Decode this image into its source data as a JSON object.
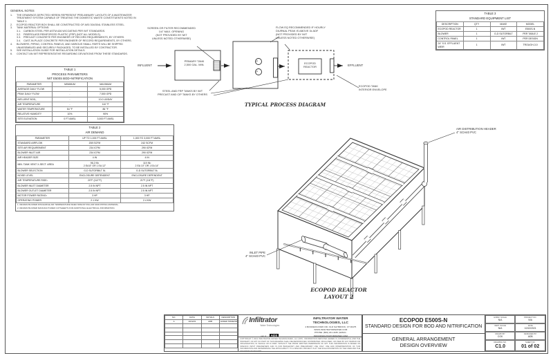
{
  "general_notes": {
    "title": "GENERAL NOTES",
    "items": [
      {
        "n": "1.",
        "t": "THE DRAWINGS DEPICTED HEREIN REPRESENT PRELIMINARY LAYOUTS OF A WASTEWATER TREATMENT SYSTEM CAPABLE OF TREATING THE DOMESTIC WASTE CONSTITUENTS NOTED IN TABLE 1."
      },
      {
        "n": "2.",
        "t": "ECOPOD REACTOR BOX SHALL BE CONSTRUCTED OF AISI 304/304L STAINLESS STEEL."
      },
      {
        "n": "3.",
        "t": "TANK MATERIAL OPTIONS:"
      },
      {
        "n": "3.1.",
        "t": "CARBON STEEL PER ASTM A36 W/COATING PER IWT STANDARDS."
      },
      {
        "n": "3.2.",
        "t": "FIBERGLASS REINFORCED PLASTIC (FRP) (NOT ALL MODELS)."
      },
      {
        "n": "3.3.",
        "t": "PRECAST CONCRETE PER ENGINEER OF RECORD REQUIREMENTS, BY OTHERS."
      },
      {
        "n": "3.4.",
        "t": "CAST-IN-PLACE CONCRETE PER ENGINEER OF RECORD REQUIREMENTS, BY OTHERS."
      },
      {
        "n": "4.",
        "t": "BLOWERS, PIPING, CONTROL PANELS, AND VARIOUS SMALL PARTS WILL BE SHIPPED UNASSEMBLED AND SECURELY PACKAGED, TO BE INSTALLED BY CONTRACTOR."
      },
      {
        "n": "5.",
        "t": "SEE INSTALLATION GUIDE FOR INSTALLATION DETAILS."
      },
      {
        "n": "6.",
        "t": "CONTACT AN IWT REPRESENTATIVE REGARDING DEVIATIONS FROM THESE STANDARDS."
      }
    ]
  },
  "table1": {
    "title1": "TABLE 1",
    "title2": "PROCESS PARAMETERS",
    "title3": "IWT E500S BOD+NITRIFICATION",
    "headers": [
      "PARAMETER",
      "MINIMUM",
      "MAXIMUM"
    ],
    "rows": [
      [
        "AVERAGE DAILY FLOW",
        "-",
        "5,000 GPD"
      ],
      [
        "PEAK DAILY FLOW",
        "-",
        "7,500 GPD"
      ],
      [
        "INFLUENT BOD₅",
        "-",
        "10.0 LB/DAY"
      ],
      [
        "AIR TEMPERATURE",
        "-",
        "110 °F"
      ],
      [
        "WATER TEMPERATURE",
        "54 °F",
        "86 °F"
      ],
      [
        "RELATIVE HUMIDITY",
        "10%",
        "90%"
      ],
      [
        "SITE ELEVATION",
        "0 FT AMSL",
        "3,000 FT AMSL"
      ]
    ]
  },
  "table2": {
    "title1": "TABLE 2",
    "title2": "AIR DEMAND",
    "headers": [
      "PARAMETER",
      "UP TO 1,000 FT AMSL",
      "1,000 TO 3,000 FT AMSL"
    ],
    "rows": [
      [
        "STANDARD AIRFLOW",
        "208 SCFM",
        "242 SCFM"
      ],
      [
        "SITE AIR REQUIREMENT",
        "234 ICFM",
        "290 ICFM"
      ],
      [
        "BLOWER INLET AIR",
        "234 ICFM",
        "290 ICFM"
      ],
      [
        "AIR HEADER SIZE",
        "4 IN",
        "4 IN"
      ],
      [
        "MIN. TANK VENT X-SECT. AREA",
        "96.2 IN²\n2 EA 8\" OR 1 EA 12\"",
        "119 IN²\n2 EA 10\" OR 1 EA 14\""
      ],
      [
        "BLOWER SELECTION",
        "G-D SUTORBILT 5L",
        "G-D SUTORBILT 5L"
      ],
      [
        "NOISE LEVEL",
        "ENCLOSURE DEPENDENT",
        "ENCLOSURE DEPENDENT"
      ],
      [
        "AIR TEMPERATURE RISE¹",
        "20°F (112°F)",
        "21°F (111°F)"
      ],
      [
        "BLOWER INLET DIAMETER",
        "2.5 IN NPT",
        "2.5 IN NPT"
      ],
      [
        "BLOWER OUTLET DIAMETER",
        "2.5 IN NPT",
        "2.5 IN NPT"
      ],
      [
        "MOTOR POWER RATING²",
        "3 HP",
        "3 HP"
      ],
      [
        "OPERATING POWER",
        "2.1 KW",
        "2.4 KW"
      ]
    ],
    "footnote1": "1.  REVIEW BLOWER DISCHARGE AIR TEMPERATURE WHEN SPECIFYING AIR MAIN PIPING MATERIAL.",
    "footnote2": "2.  REVIEW BLOWER MANUFACTURER CUTSHEETS FOR ADDITIONAL ELECTRICAL INFORMATION."
  },
  "table3": {
    "title1": "TABLE 3",
    "title2": "STANDARD EQUIPMENT LIST",
    "headers": [
      "DESCRIPTION",
      "QTY",
      "MAKE",
      "MODEL"
    ],
    "rows": [
      [
        "ECOPOD REACTOR",
        "1",
        "IWT",
        "E500S-N"
      ],
      [
        "BLOWER",
        "1",
        "G-D SUTORBILT",
        "PER TABLE 2"
      ],
      [
        "CONTROL PANEL",
        "1",
        "IWT",
        "PER DESIGN"
      ],
      [
        "24\" S.S. EFFLUENT WEIR",
        "1",
        "IWT",
        "TROUGH-3.0"
      ]
    ]
  },
  "process": {
    "caption": "TYPICAL PROCESS DIAGRAM",
    "influent": "INFLUENT",
    "effluent": "EFFLUENT",
    "primary_tank": "PRIMARY TANK\n2,500 GAL. MIN.",
    "reactor": "ECOPOD\nREACTOR",
    "pump_label": "P",
    "screen_note": "SCREEN OR FILTER RECOMMENDED\n1/4\" MAX. OPENING\n(NOT PROVIDED BY IWT\nUNLESS NOTED OTHERWISE)",
    "floweq_note": "FLOW EQ RECOMMENDED IF HOURLY\nDIURNAL PEAK IS ABOVE 3x ADF\n(NOT PROVIDED BY IWT\nUNLESS NOTED OTHERWISE)",
    "tanks_note": "STEEL AND FRP TANKS BY IWT\nPRECAST AND CIP TANKS BY OTHERS",
    "envelope_note": "ECOPOD TANK\nINTERIOR ENVELOPE"
  },
  "isometric": {
    "air_header_label": "AIR DISTRIBUTION HEADER\n4\" SCH40 PVC",
    "inlet_pipe_label": "INLET PIPE\n4\" SCH40 PVC",
    "caption": "ECOPOD REACTOR\nLAYOUT 2"
  },
  "title_block": {
    "revisions": {
      "headers": [
        "NO.",
        "DATE",
        "INITIALS",
        "DESCRIPTION"
      ],
      "rows": [
        [
          "A",
          "10/12/21",
          "ADB",
          "ADDED TRIMETRIC VIEW"
        ],
        [
          "",
          "",
          "",
          ""
        ],
        [
          "",
          "",
          "",
          ""
        ],
        [
          "",
          "",
          "",
          ""
        ],
        [
          "",
          "",
          "",
          ""
        ],
        [
          "",
          "",
          "",
          ""
        ],
        [
          "",
          "",
          "",
          ""
        ]
      ]
    },
    "company": {
      "logo_name": "Infiltrator",
      "logo_sub": "Water Technologies",
      "part_of": "part of",
      "ads": "ADS",
      "name": "INFILTRATOR WATER TECHNOLOGIES, LLC",
      "address": "4 BUSINESS PARK RD. OLD SAYBROOK, CT 06475",
      "web": "WWW.INFILTRATORWATER.COM",
      "contact": "PHONE: (800) 221-4436 | EMAIL: INFO@INFILTRATORWATER.COM",
      "fine_print": "COPYRIGHT © 2021 INFILTRATOR WATER TECHNOLOGIES, LLC (IWT). INFORMATION DEPICTED HEREIN IS CONFIDENTIAL AND THE PROPERTY OF IWT. NO PART OF THIS DRAWING SHALL BE REPRODUCED, DISTRIBUTED, DISCLOSED, OR USED BY ANY PERSON OR ORGANIZATION, IN WHOLE OR IN PART, WITHOUT THE PRIOR WRITTEN PERMISSION OF IWT. THIS INFORMATION IS BASED ON SPECIFIC INPUT PARAMETERS AND IS FOR BUDGETARY AND PRELIMINARY USE ONLY. USE AND INTERPRETATION OF THIS INFORMATION AND DETERMINING THE APPLICABILITY TO A SPECIFIC PROJECT IS AT THE SOLE DISCRETION OF THE USER AND THE ENGINEER OF RECORD."
    },
    "project_title_1": "ECOPOD E500S-N",
    "project_title_2": "STANDARD DESIGN FOR BOD AND NITRIFICATION",
    "sheet_title_1": "GENERAL ARRANGEMENT",
    "sheet_title_2": "DESIGN OVERVIEW",
    "info": {
      "cells": [
        {
          "label": "HORIZ. SCALE",
          "value": "N/A",
          "big": false
        },
        {
          "label": "PROJECT NO.",
          "value": "N/A",
          "big": false
        },
        {
          "label": "VERT. SCALE",
          "value": "N/A",
          "big": false
        },
        {
          "label": "DATE",
          "value": "10/12/2021",
          "big": false
        },
        {
          "label": "DRAWN BY",
          "value": "CGK",
          "big": false
        },
        {
          "label": "DESIGNED BY",
          "value": "ADB",
          "big": false
        },
        {
          "label": "DRAWING NO.",
          "value": "C1.0",
          "big": true
        },
        {
          "label": "SHEET NO.",
          "value": "01 of 02",
          "big": true
        }
      ]
    }
  }
}
